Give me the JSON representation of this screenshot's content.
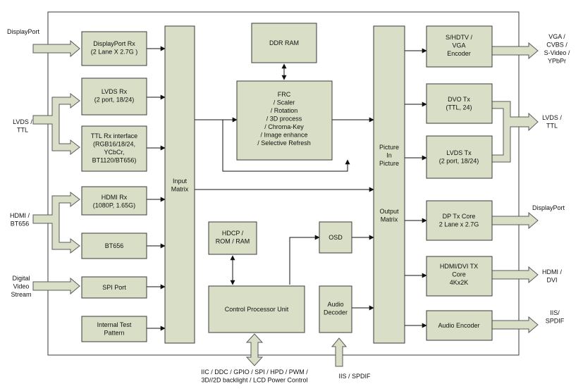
{
  "blocks": {
    "dp_rx": [
      "DisplayPort  Rx",
      "(2 Lane X 2.7G )"
    ],
    "lvds_rx": [
      "LVDS Rx",
      "(2 port, 18/24)"
    ],
    "ttl_rx": [
      "TTL Rx interface",
      "(RGB16/18/24,",
      "YCbCr,",
      "BT1120/BT656)"
    ],
    "hdmi_rx": [
      "HDMI Rx",
      "(1080P, 1.65G)"
    ],
    "bt656": [
      "BT656"
    ],
    "spi_port": [
      "SPI Port"
    ],
    "test_pattern": [
      "Internal Test",
      "Pattern"
    ],
    "input_matrix": [
      "Input",
      "Matrix"
    ],
    "ddr_ram": [
      "DDR RAM"
    ],
    "frc": [
      "FRC",
      "/ Scaler",
      "/ Rotation",
      "/ 3D process",
      "/ Chroma-Key",
      "/ Image enhance",
      "/ Selective Refresh"
    ],
    "hdcp": [
      "HDCP /",
      "ROM / RAM"
    ],
    "osd": [
      "OSD"
    ],
    "cpu": [
      "Control Processor Unit"
    ],
    "audio_decoder": [
      "Audio",
      "Decoder"
    ],
    "pip": [
      "Picture",
      "In",
      "Picture"
    ],
    "output_matrix": [
      "Output",
      "Matrix"
    ],
    "vga_enc": [
      "S/HDTV /",
      "VGA",
      "Encoder"
    ],
    "dvo_tx": [
      "DVO Tx",
      "(TTL, 24)"
    ],
    "lvds_tx": [
      "LVDS Tx",
      "(2 port, 18/24)"
    ],
    "dp_tx": [
      "DP Tx Core",
      "2 Lane x 2.7G"
    ],
    "hdmi_tx": [
      "HDMI/DVI TX",
      "Core",
      "4Kx2K"
    ],
    "audio_enc": [
      "Audio Encoder"
    ]
  },
  "inputs": {
    "displayport": [
      "DisplayPort"
    ],
    "lvds_ttl": [
      "LVDS /",
      "TTL"
    ],
    "hdmi_bt656": [
      "HDMI /",
      "BT656"
    ],
    "digital_video": [
      "Digital",
      "Video",
      "Stream"
    ]
  },
  "outputs": {
    "vga": [
      "VGA /",
      "CVBS /",
      "S-Video /",
      "YPbPr"
    ],
    "lvds_ttl": [
      "LVDS /",
      "TTL"
    ],
    "displayport": [
      "DisplayPort"
    ],
    "hdmi_dvi": [
      "HDMI /",
      "DVI"
    ],
    "iis_spdif": [
      "IIS/",
      "SPDIF"
    ]
  },
  "bottom": {
    "control": [
      "IIC / DDC / GPIO / SPI / HPD / PWM /",
      "3D//2D backlight / LCD Power Control"
    ],
    "iis_spdif": [
      "IIS / SPDIF"
    ]
  }
}
